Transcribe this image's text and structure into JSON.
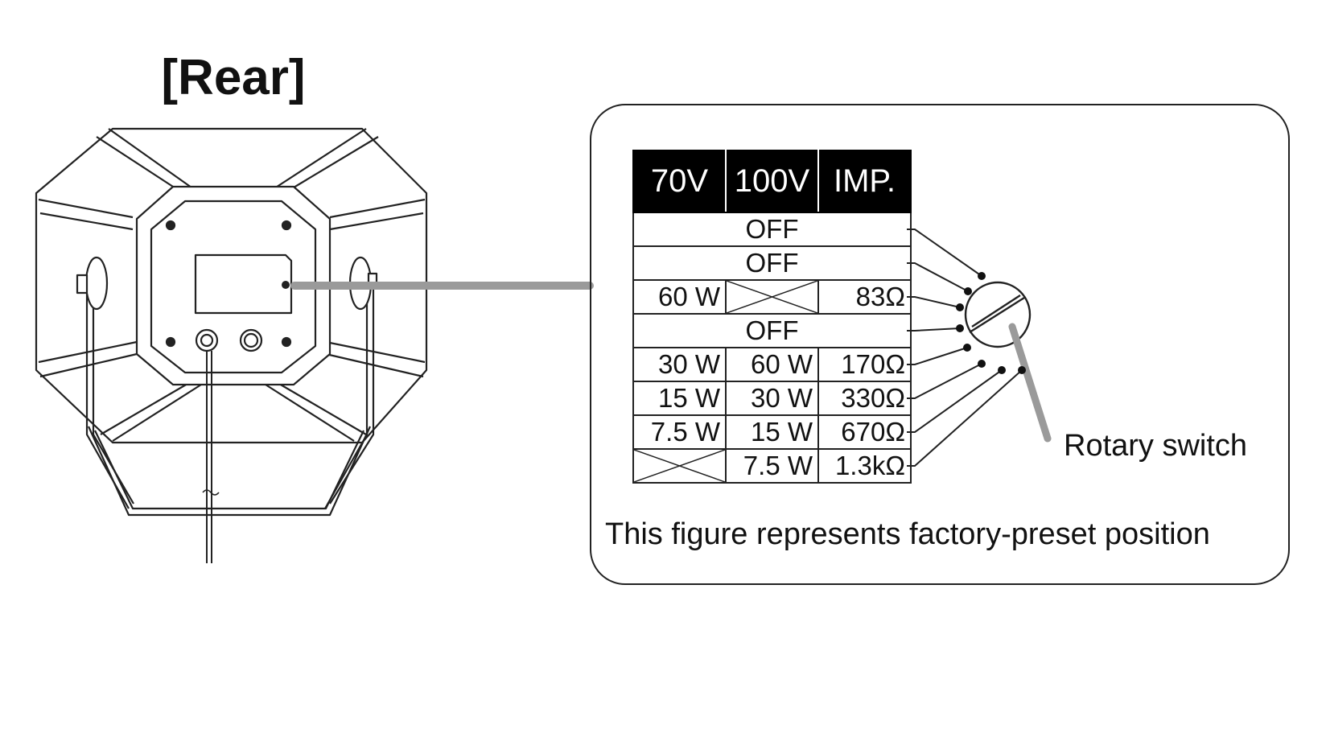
{
  "title": "[Rear]",
  "table": {
    "headers": [
      "70V",
      "100V",
      "IMP."
    ],
    "rows": [
      {
        "type": "span",
        "text": "OFF"
      },
      {
        "type": "span",
        "text": "OFF"
      },
      {
        "type": "cells",
        "cells": [
          "60 W",
          null,
          "83Ω"
        ]
      },
      {
        "type": "span",
        "text": "OFF"
      },
      {
        "type": "cells",
        "cells": [
          "30 W",
          "60 W",
          "170Ω"
        ]
      },
      {
        "type": "cells",
        "cells": [
          "15 W",
          "30 W",
          "330Ω"
        ]
      },
      {
        "type": "cells",
        "cells": [
          "7.5 W",
          "15 W",
          "670Ω"
        ]
      },
      {
        "type": "cells",
        "cells": [
          null,
          "7.5 W",
          "1.3kΩ"
        ]
      }
    ]
  },
  "rotary_label": "Rotary switch",
  "note": "This figure represents factory-preset position"
}
